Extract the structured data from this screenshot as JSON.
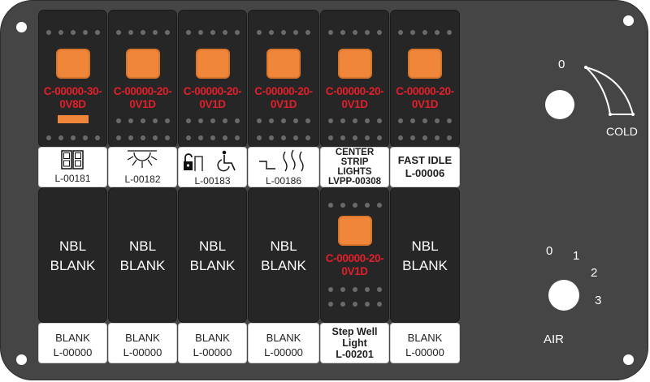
{
  "top_switches": [
    {
      "code_line1": "C-00000-30-",
      "code_line2": "0V8D",
      "has_bar": true
    },
    {
      "code_line1": "C-00000-20-",
      "code_line2": "0V1D",
      "has_bar": false
    },
    {
      "code_line1": "C-00000-20-",
      "code_line2": "0V1D",
      "has_bar": false
    },
    {
      "code_line1": "C-00000-20-",
      "code_line2": "0V1D",
      "has_bar": false
    },
    {
      "code_line1": "C-00000-20-",
      "code_line2": "0V1D",
      "has_bar": false
    },
    {
      "code_line1": "C-00000-20-",
      "code_line2": "0V1D",
      "has_bar": false
    }
  ],
  "top_labels": [
    {
      "icon": "double-door-icon",
      "text": "L-00181"
    },
    {
      "icon": "sun-light-icon",
      "text": "L-00182"
    },
    {
      "icon": "lock-ramp-wheelchair-icon",
      "text": "L-00183"
    },
    {
      "icon": "step-heat-icon",
      "text": "L-00186"
    },
    {
      "line1": "CENTER",
      "line2": "STRIP",
      "line3": "LIGHTS",
      "line4": "LVPP-00308"
    },
    {
      "line1": "FAST IDLE",
      "line2": "L-00006"
    }
  ],
  "bottom_switches": [
    {
      "line1": "NBL",
      "line2": "BLANK"
    },
    {
      "line1": "NBL",
      "line2": "BLANK"
    },
    {
      "line1": "NBL",
      "line2": "BLANK"
    },
    {
      "line1": "NBL",
      "line2": "BLANK"
    },
    {
      "code_line1": "C-00000-20-",
      "code_line2": "0V1D"
    },
    {
      "line1": "NBL",
      "line2": "BLANK"
    }
  ],
  "bottom_labels": [
    {
      "line1": "BLANK",
      "line2": "L-00000"
    },
    {
      "line1": "BLANK",
      "line2": "L-00000"
    },
    {
      "line1": "BLANK",
      "line2": "L-00000"
    },
    {
      "line1": "BLANK",
      "line2": "L-00000"
    },
    {
      "line1": "Step Well",
      "line2": "Light",
      "line3": "L-00201"
    },
    {
      "line1": "BLANK",
      "line2": "L-00000"
    }
  ],
  "temp_control": {
    "zero": "0",
    "label": "COLD"
  },
  "air_control": {
    "pos0": "0",
    "pos1": "1",
    "pos2": "2",
    "pos3": "3",
    "label": "AIR"
  },
  "colors": {
    "panel": "#454545",
    "switch": "#262626",
    "lamp": "#f0863a",
    "code_text": "#e0202a"
  }
}
